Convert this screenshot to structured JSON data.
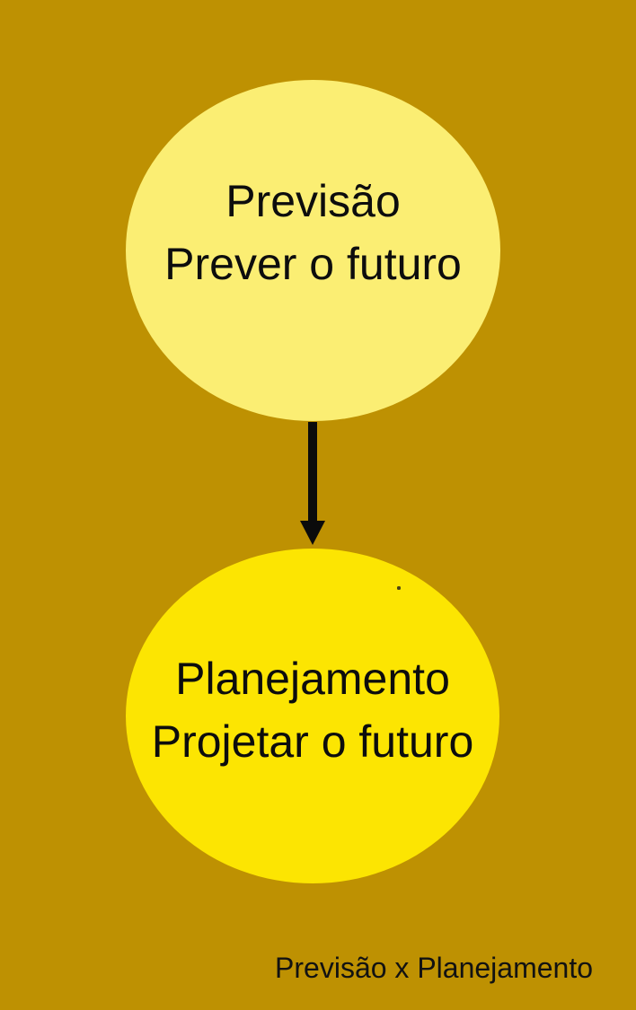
{
  "page": {
    "background": "#BE9102"
  },
  "diagram": {
    "top_node": {
      "fill": "#FBEE73",
      "text_color": "#0D0D0D",
      "line1": "Previsão",
      "line2": "Prever o futuro"
    },
    "arrow": {
      "color": "#0B0B0B",
      "direction": "down"
    },
    "bottom_node": {
      "fill": "#FCE502",
      "text_color": "#0D0D0D",
      "line1": "Planejamento",
      "line2": "Projetar o futuro"
    },
    "caption": {
      "text": "Previsão x Planejamento",
      "color": "#121212"
    }
  }
}
